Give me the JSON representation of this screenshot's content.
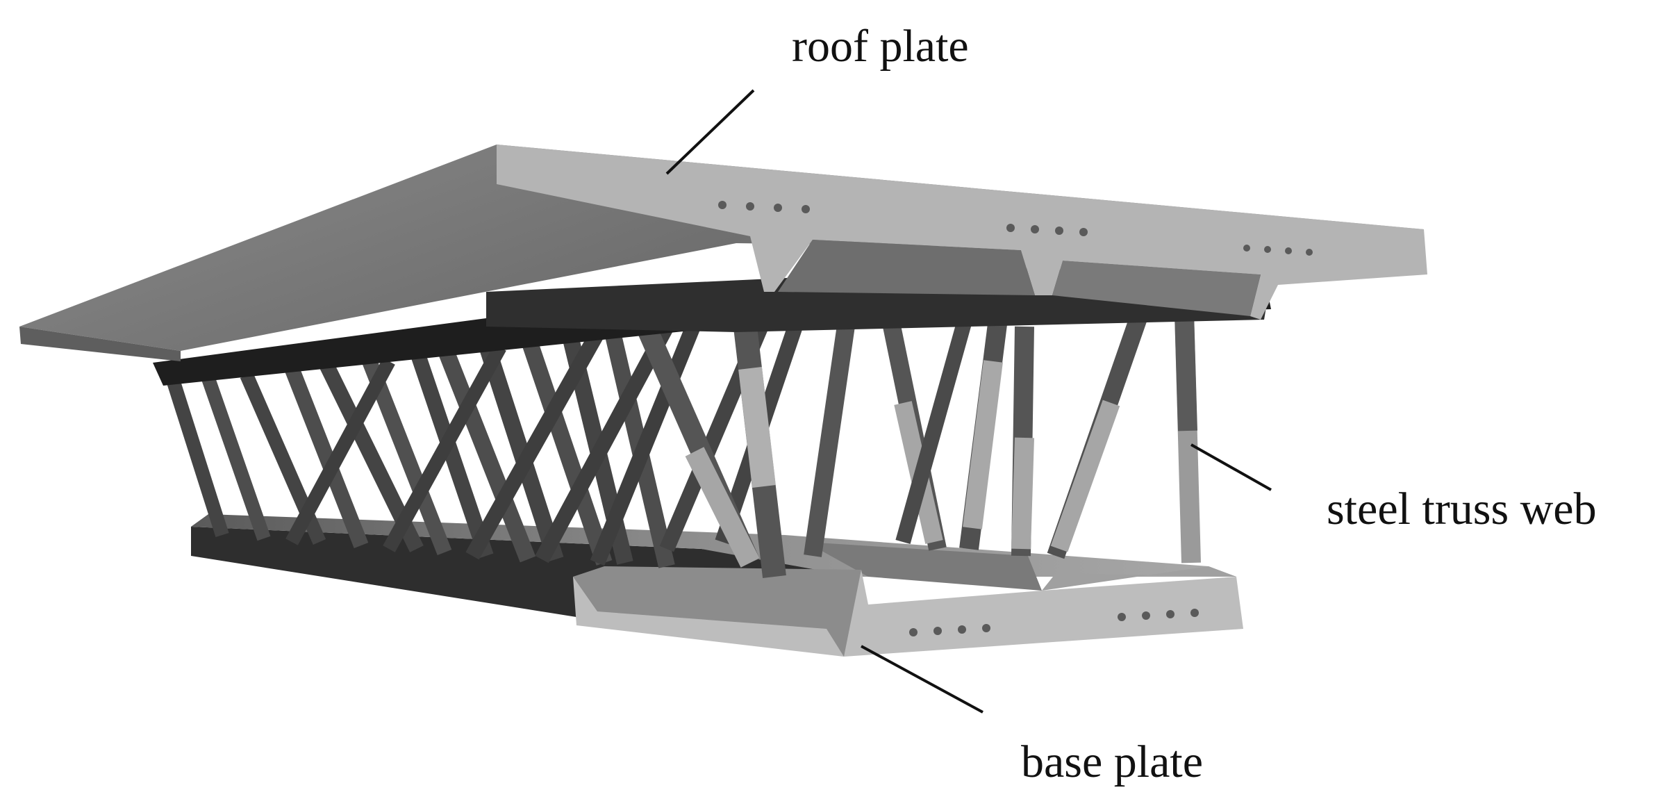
{
  "labels": {
    "roof_plate": "roof plate",
    "steel_truss_web": "steel truss web",
    "base_plate": "base plate"
  },
  "colors": {
    "background": "#ffffff",
    "label_text": "#111111",
    "roof_top": "#7d7d7d",
    "roof_front": "#b4b4b4",
    "roof_underside": "#3c3c3c",
    "base_top": "#9a9a9a",
    "base_front": "#bdbdbd",
    "base_dark_side": "#2e2e2e",
    "truss_dark": "#4a4a4a",
    "truss_light": "#a8a8a8",
    "bolt": "#5a5a5a"
  }
}
